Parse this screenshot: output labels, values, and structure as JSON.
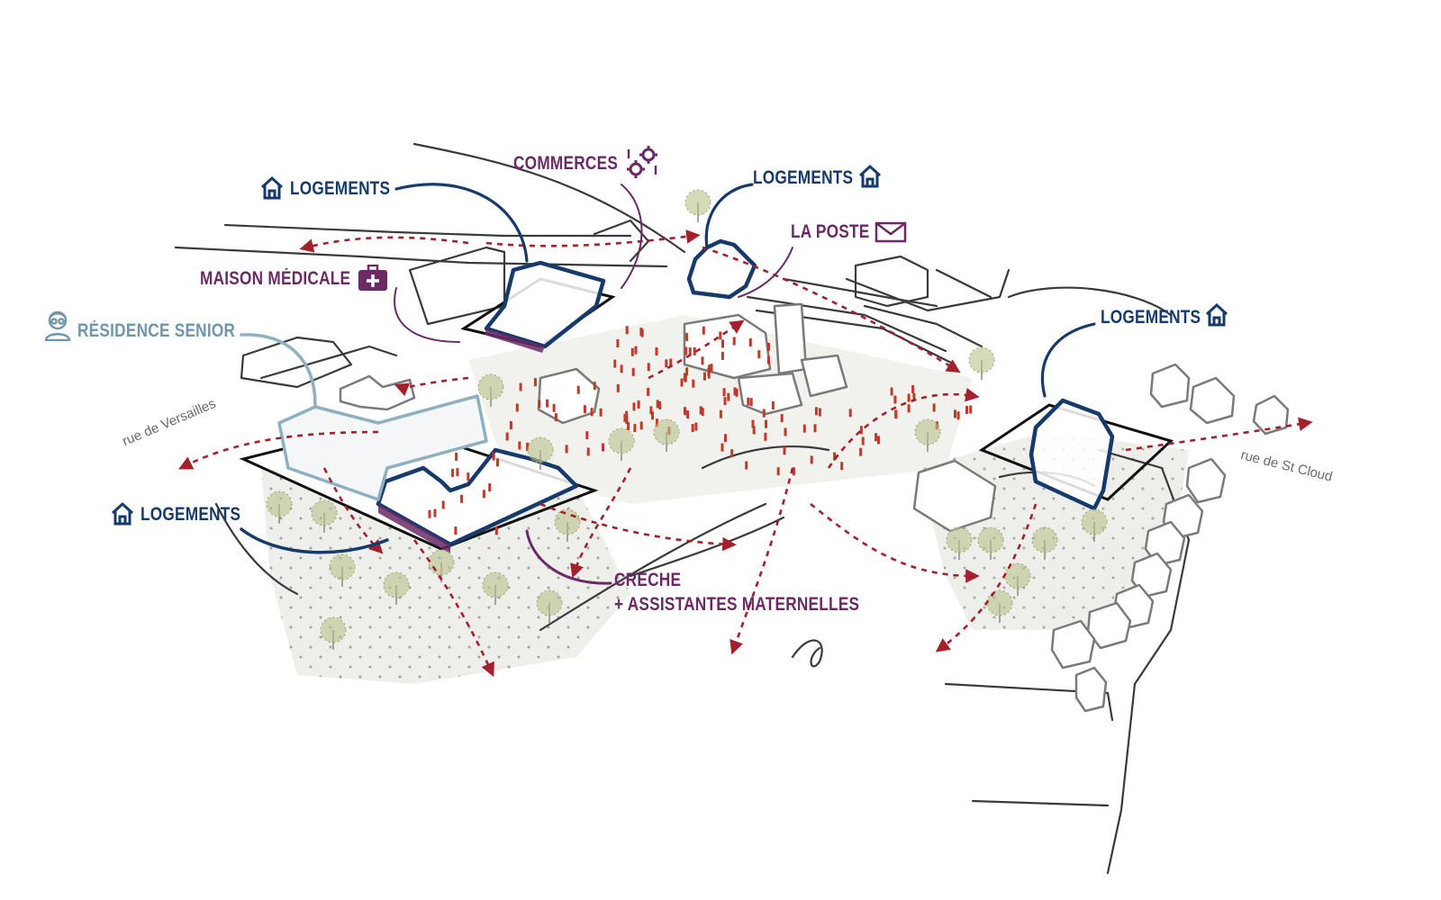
{
  "labels": {
    "logements_nw": "LOGEMENTS",
    "commerces": "COMMERCES",
    "logements_n": "LOGEMENTS",
    "la_poste": "LA POSTE",
    "maison_medicale": "MAISON MÉDICALE",
    "residence_senior": "RÉSIDENCE SENIOR",
    "logements_e": "LOGEMENTS",
    "logements_sw": "LOGEMENTS",
    "creche": "CRECHE",
    "assistantes": "+ ASSISTANTES MATERNELLES"
  },
  "streets": {
    "versailles": "rue de Versailles",
    "st_cloud": "rue de St Cloud"
  },
  "icons": {
    "logements": "house-icon",
    "commerces": "gears-icon",
    "la_poste": "envelope-icon",
    "maison_medicale": "medical-kit-icon",
    "residence_senior": "senior-person-icon"
  },
  "colors": {
    "housing": "#163a6b",
    "services": "#6b2a66",
    "senior": "#6e97ab",
    "paths": "#a3202c",
    "people": "#c0392b",
    "trees": "#9aa86a"
  }
}
